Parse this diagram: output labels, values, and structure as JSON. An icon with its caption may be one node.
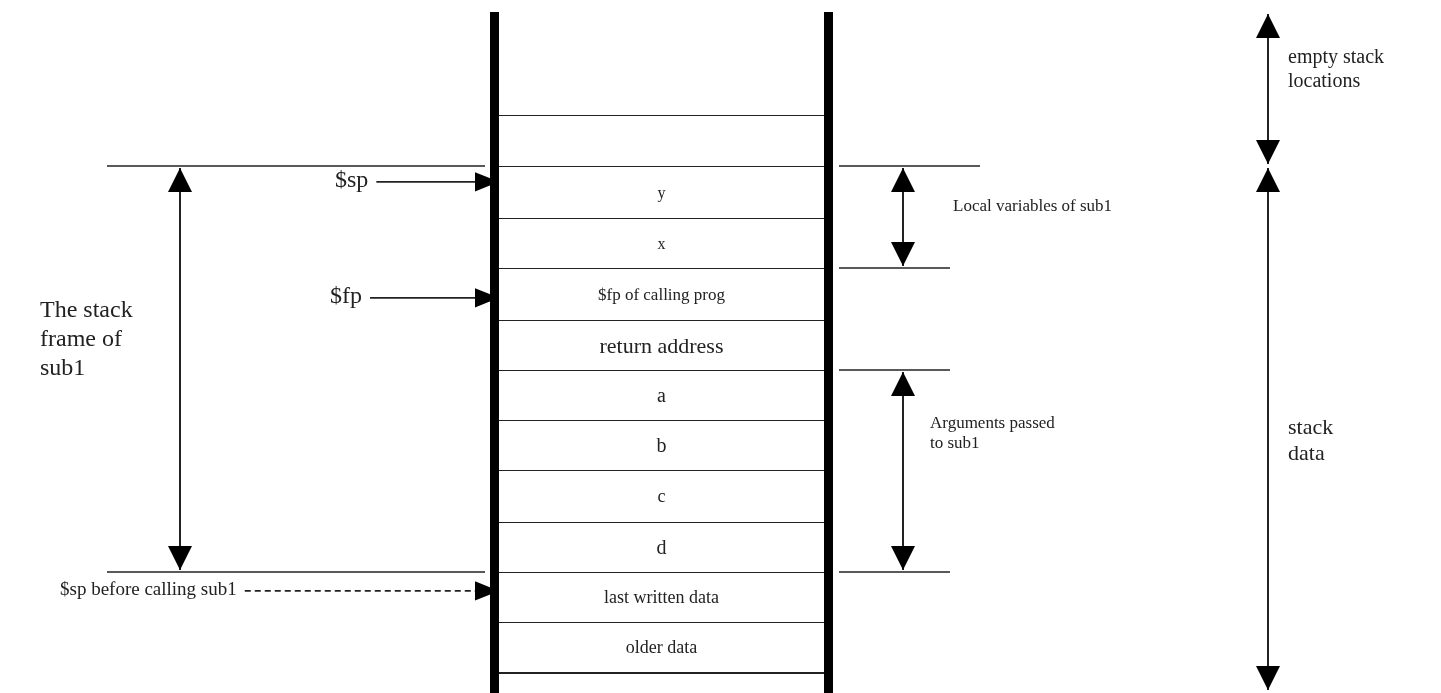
{
  "diagram": {
    "nodes": [
      {
        "text": [],
        "shape": "box"
      },
      {
        "text": [
          "$sp"
        ]
      },
      {
        "text": [
          "y"
        ]
      },
      {
        "text": [
          "x"
        ]
      },
      {
        "text": [
          "$fp"
        ]
      },
      {
        "text": [
          "$fp of calling prog"
        ]
      },
      {
        "text": [
          "return address"
        ]
      },
      {
        "text": [
          "a"
        ]
      },
      {
        "text": [
          "b"
        ]
      },
      {
        "text": [
          "c"
        ]
      },
      {
        "text": [
          "d"
        ]
      },
      {
        "text": [
          "$sp before calling sub1"
        ]
      },
      {
        "text": [
          "last written data"
        ]
      },
      {
        "text": [
          "older data"
        ]
      },
      {
        "text": [],
        "shape": "box"
      }
    ],
    "edges": [
      {
        "from": 1,
        "to": 2,
        "arrow": "to"
      },
      {
        "from": 4,
        "to": 5,
        "arrow": "to"
      },
      {
        "from": 11,
        "to": 12,
        "arrow": "to",
        "style": "dashed"
      }
    ],
    "labels": [
      "empty stack locations",
      "Local variables of sub1",
      "The stack frame of sub1",
      "Arguments passed to sub1",
      "stack data"
    ]
  }
}
